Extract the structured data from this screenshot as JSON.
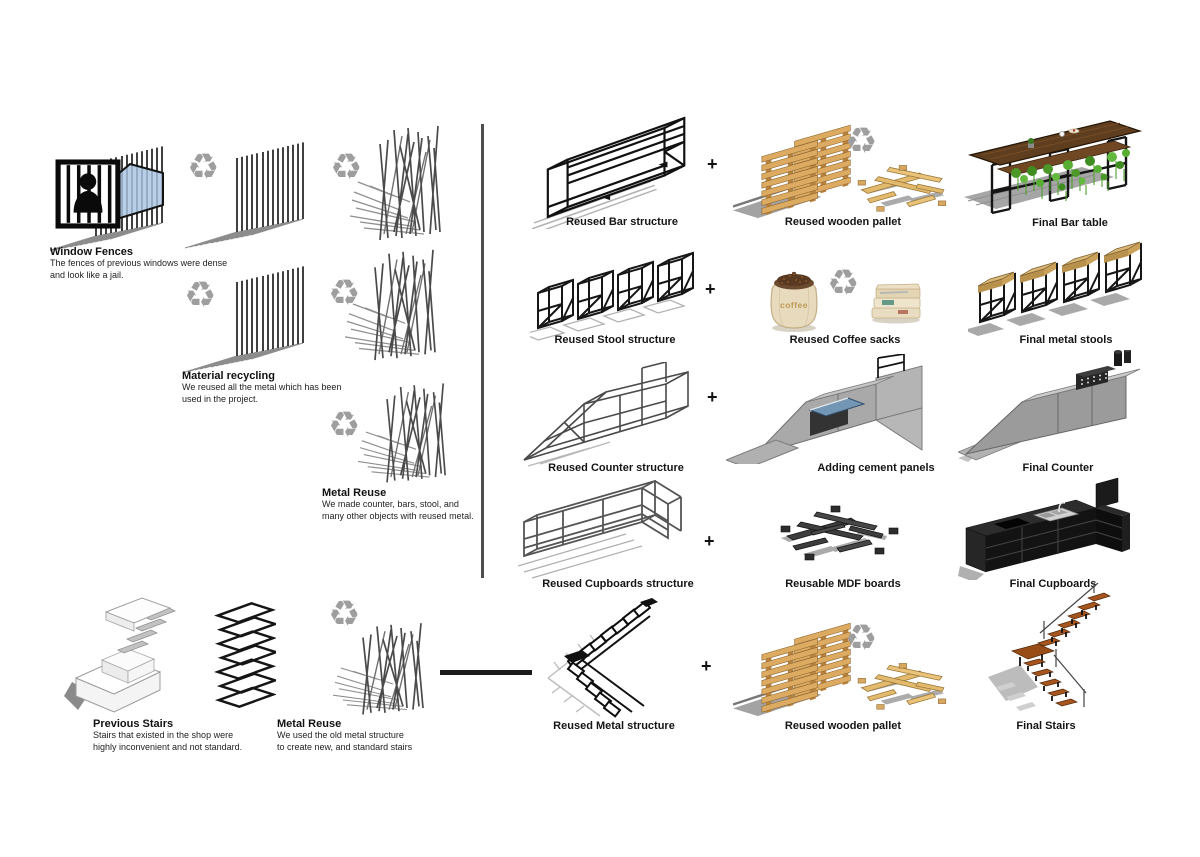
{
  "symbols": {
    "plus": "+",
    "recycle": "♻"
  },
  "sections": {
    "window_fences": {
      "title": "Window Fences",
      "desc": "The fences of previous windows were dense\nand look like a jail."
    },
    "material_recycling": {
      "title": "Material recycling",
      "desc": "We reused all the metal which has been\nused in the project."
    },
    "metal_reuse": {
      "title": "Metal Reuse",
      "desc": "We made counter, bars, stool, and\nmany other objects with reused metal."
    },
    "previous_stairs": {
      "title": "Previous Stairs",
      "desc": "Stairs that existed in the shop were\nhighly inconvenient and not standard."
    },
    "stairs_metal_reuse": {
      "title": "Metal Reuse",
      "desc": "We used the old metal structure\nto create new, and standard stairs"
    }
  },
  "process_rows": [
    {
      "structure_label": "Reused Bar structure",
      "material_label": "Reused wooden pallet",
      "final_label": "Final Bar table"
    },
    {
      "structure_label": "Reused Stool structure",
      "material_label": "Reused Coffee sacks",
      "final_label": "Final metal stools"
    },
    {
      "structure_label": "Reused Counter structure",
      "material_label": "Adding cement panels",
      "final_label": "Final Counter"
    },
    {
      "structure_label": "Reused Cupboards structure",
      "material_label": "Reusable MDF boards",
      "final_label": "Final Cupboards"
    },
    {
      "structure_label": "Reused Metal structure",
      "material_label": "Reused wooden pallet",
      "final_label": "Final Stairs"
    }
  ],
  "coffee_sack": {
    "label": "coffee"
  },
  "colors": {
    "recycle_gray": "#9e9e9e",
    "fence_blue": "#a9c4e2",
    "pallet_wood": "#dcab61",
    "plank_wood": "#e2ba6e",
    "plant_green": "#4f9e2c",
    "bar_top_wood": "#5f3d1f",
    "stool_seat": "#d9b877",
    "cement_gray": "#a9a9a9",
    "cupboard_black": "#131313",
    "stair_tread": "#a6551e",
    "mdf_dark": "#3d3d3d",
    "divider_gray": "#4d4d4d"
  }
}
